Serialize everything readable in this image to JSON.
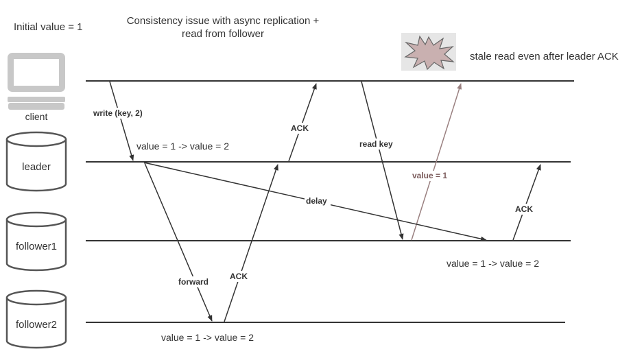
{
  "header": {
    "initial_value": "Initial value = 1",
    "title_line1": "Consistency issue with async replication +",
    "title_line2": "read from follower",
    "annotation": "stale read even after leader ACK"
  },
  "nodes": {
    "client": "client",
    "leader": "leader",
    "follower1": "follower1",
    "follower2": "follower2"
  },
  "messages": {
    "write": "write (key, 2)",
    "ack_leader_to_client": "ACK",
    "read_key": "read key",
    "value_reply": "value = 1",
    "delay": "delay",
    "ack_follower1": "ACK",
    "forward": "forward",
    "ack_follower2": "ACK"
  },
  "state_changes": {
    "leader": "value = 1 -> value = 2",
    "follower1": "value = 1 -> value = 2",
    "follower2": "value = 1 -> value = 2"
  },
  "colors": {
    "line": "#333333",
    "icon_stroke": "#555555",
    "icon_fill": "#ffffff",
    "laptop_fill": "#c8c8c8",
    "value_reply_text": "#7a5a5a",
    "value_reply_arrow": "#9a8080",
    "burst_bg": "#e6e6e6",
    "burst_fill": "#c9b0b0"
  }
}
